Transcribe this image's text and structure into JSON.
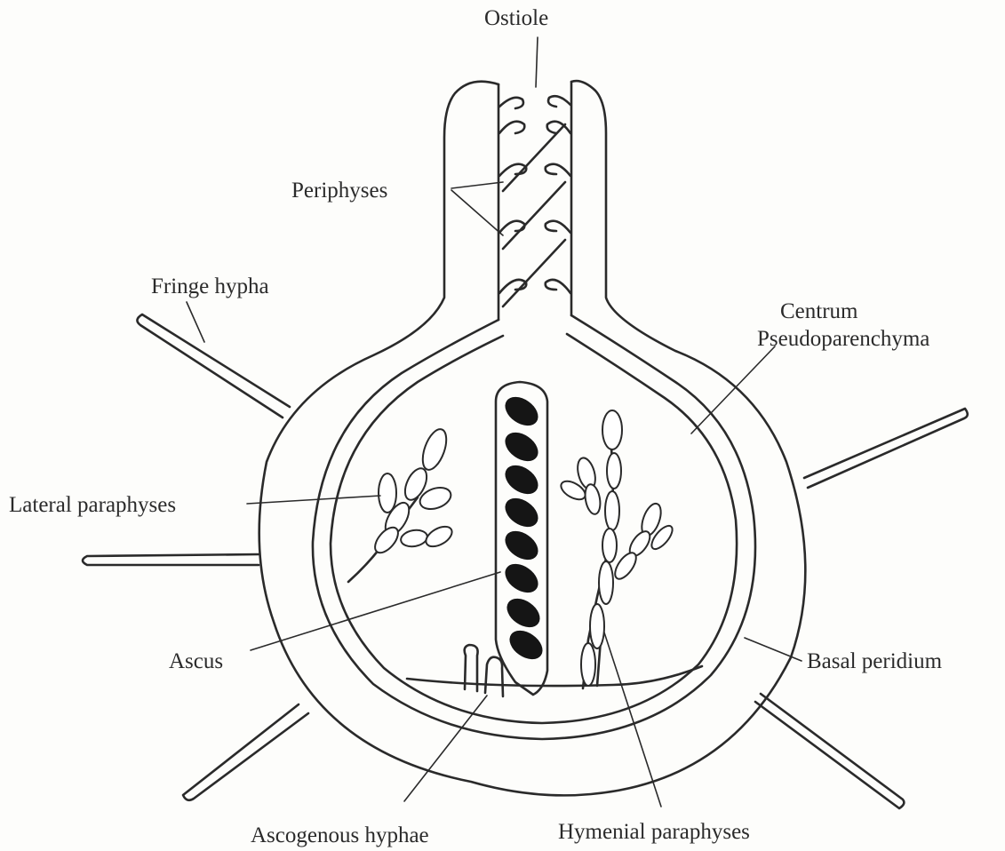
{
  "diagram": {
    "labels": {
      "ostiole": "Ostiole",
      "periphyses": "Periphyses",
      "fringe_hypha": "Fringe hypha",
      "centrum_line1": "Centrum",
      "centrum_line2": "Pseudoparenchyma",
      "lateral_paraphyses": "Lateral paraphyses",
      "ascus": "Ascus",
      "basal_peridium": "Basal peridium",
      "ascogenous_hyphae": "Ascogenous hyphae",
      "hymenial_paraphyses": "Hymenial paraphyses"
    }
  },
  "colors": {
    "ink": "#2a2a2a",
    "spore": "#151515",
    "paper": "#fdfdfb"
  }
}
